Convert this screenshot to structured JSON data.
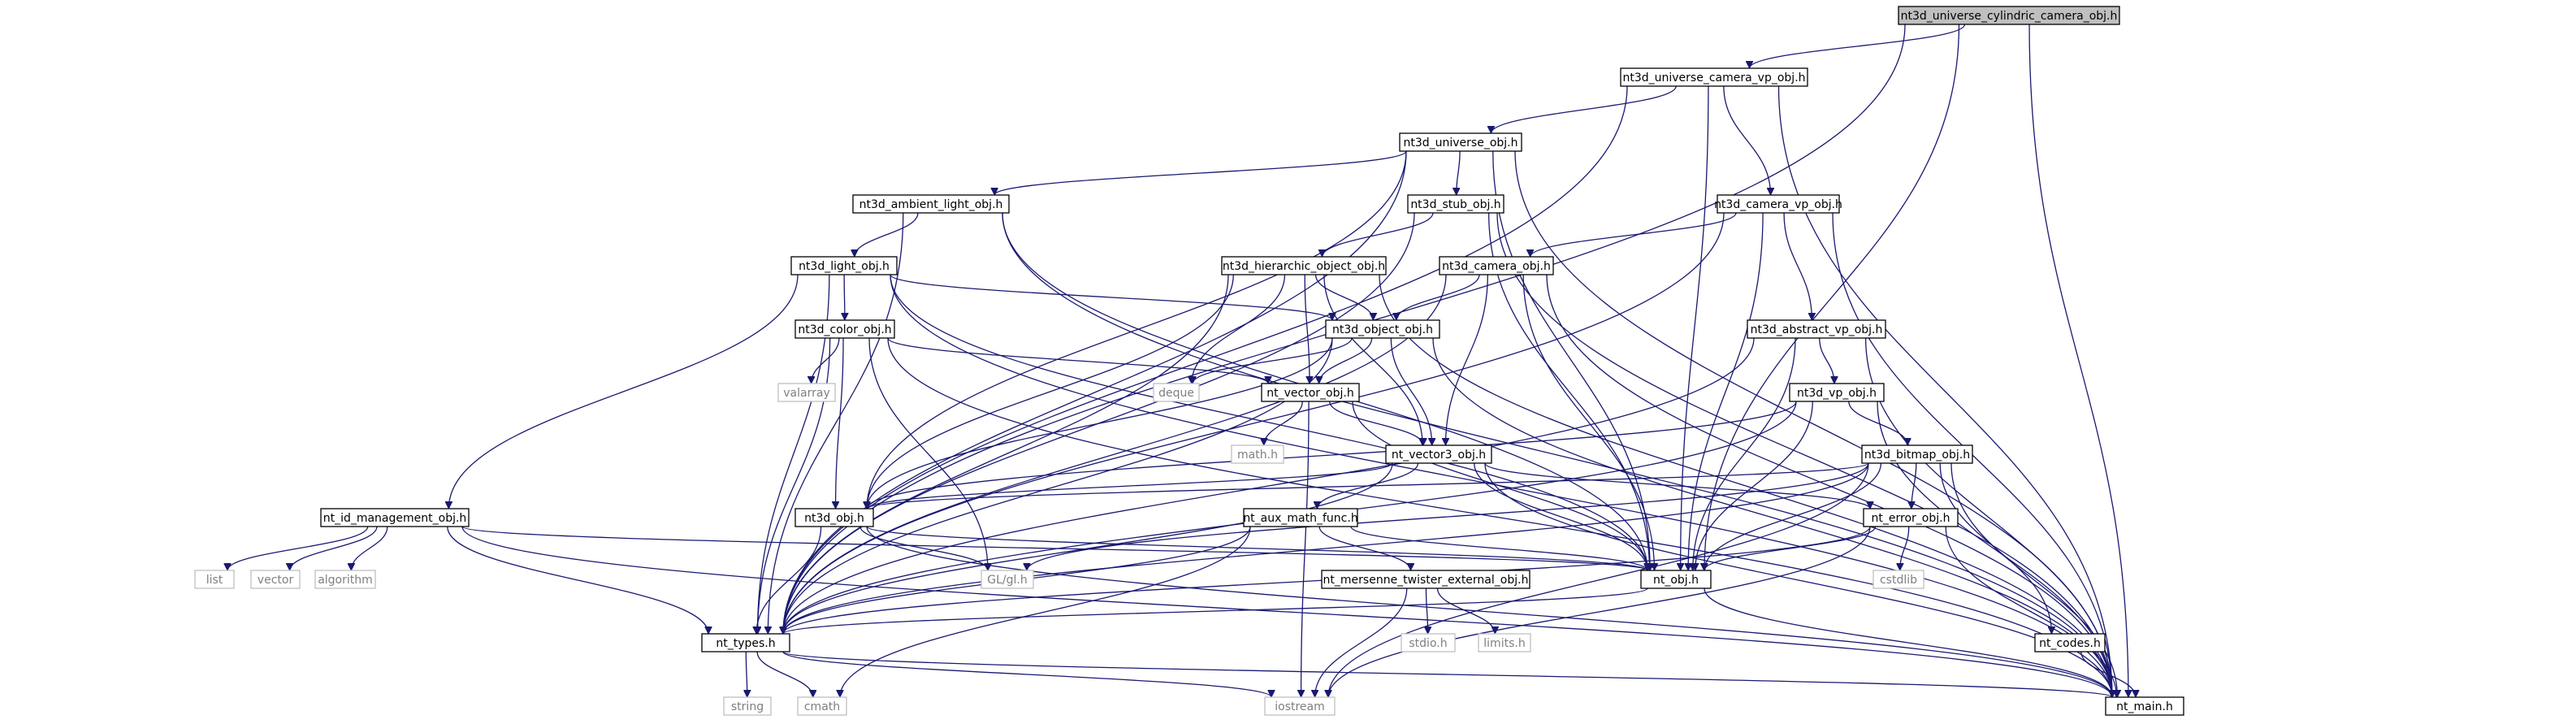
{
  "graph": {
    "root": "nt3d_universe_cylindric_camera_obj.h",
    "nodes": [
      {
        "id": "root",
        "label": "nt3d_universe_cylindric_camera_obj.h",
        "kind": "root"
      },
      {
        "id": "ucamvp",
        "label": "nt3d_universe_camera_vp_obj.h",
        "kind": "header"
      },
      {
        "id": "universe",
        "label": "nt3d_universe_obj.h",
        "kind": "header"
      },
      {
        "id": "ambient",
        "label": "nt3d_ambient_light_obj.h",
        "kind": "header"
      },
      {
        "id": "stub",
        "label": "nt3d_stub_obj.h",
        "kind": "header"
      },
      {
        "id": "camvp",
        "label": "nt3d_camera_vp_obj.h",
        "kind": "header"
      },
      {
        "id": "light",
        "label": "nt3d_light_obj.h",
        "kind": "header"
      },
      {
        "id": "hier",
        "label": "nt3d_hierarchic_object_obj.h",
        "kind": "header"
      },
      {
        "id": "camera",
        "label": "nt3d_camera_obj.h",
        "kind": "header"
      },
      {
        "id": "color",
        "label": "nt3d_color_obj.h",
        "kind": "header"
      },
      {
        "id": "object",
        "label": "nt3d_object_obj.h",
        "kind": "header"
      },
      {
        "id": "absvp",
        "label": "nt3d_abstract_vp_obj.h",
        "kind": "header"
      },
      {
        "id": "valarray",
        "label": "valarray",
        "kind": "system"
      },
      {
        "id": "deque",
        "label": "deque",
        "kind": "system"
      },
      {
        "id": "vector_obj",
        "label": "nt_vector_obj.h",
        "kind": "header"
      },
      {
        "id": "vp",
        "label": "nt3d_vp_obj.h",
        "kind": "header"
      },
      {
        "id": "math",
        "label": "math.h",
        "kind": "system"
      },
      {
        "id": "vector3",
        "label": "nt_vector3_obj.h",
        "kind": "header"
      },
      {
        "id": "bitmap",
        "label": "nt3d_bitmap_obj.h",
        "kind": "header"
      },
      {
        "id": "idmgmt",
        "label": "nt_id_management_obj.h",
        "kind": "header"
      },
      {
        "id": "n3obj",
        "label": "nt3d_obj.h",
        "kind": "header"
      },
      {
        "id": "auxmath",
        "label": "nt_aux_math_func.h",
        "kind": "header"
      },
      {
        "id": "error",
        "label": "nt_error_obj.h",
        "kind": "header"
      },
      {
        "id": "list",
        "label": "list",
        "kind": "system"
      },
      {
        "id": "vector",
        "label": "vector",
        "kind": "system"
      },
      {
        "id": "algorithm",
        "label": "algorithm",
        "kind": "system"
      },
      {
        "id": "glgl",
        "label": "GL/gl.h",
        "kind": "system"
      },
      {
        "id": "ntobj",
        "label": "nt_obj.h",
        "kind": "header"
      },
      {
        "id": "cstdlib",
        "label": "cstdlib",
        "kind": "system"
      },
      {
        "id": "mersenne",
        "label": "nt_mersenne_twister_external_obj.h",
        "kind": "header"
      },
      {
        "id": "types",
        "label": "nt_types.h",
        "kind": "header"
      },
      {
        "id": "stdio",
        "label": "stdio.h",
        "kind": "system"
      },
      {
        "id": "limits",
        "label": "limits.h",
        "kind": "system"
      },
      {
        "id": "codes",
        "label": "nt_codes.h",
        "kind": "header"
      },
      {
        "id": "string",
        "label": "string",
        "kind": "system"
      },
      {
        "id": "cmath",
        "label": "cmath",
        "kind": "system"
      },
      {
        "id": "iostream",
        "label": "iostream",
        "kind": "system"
      },
      {
        "id": "main",
        "label": "nt_main.h",
        "kind": "header"
      }
    ],
    "edges": [
      [
        "root",
        "ucamvp"
      ],
      [
        "root",
        "ntobj"
      ],
      [
        "root",
        "types"
      ],
      [
        "root",
        "main"
      ],
      [
        "ucamvp",
        "universe"
      ],
      [
        "ucamvp",
        "camvp"
      ],
      [
        "ucamvp",
        "ntobj"
      ],
      [
        "ucamvp",
        "types"
      ],
      [
        "ucamvp",
        "main"
      ],
      [
        "universe",
        "ambient"
      ],
      [
        "universe",
        "stub"
      ],
      [
        "universe",
        "n3obj"
      ],
      [
        "universe",
        "ntobj"
      ],
      [
        "universe",
        "types"
      ],
      [
        "universe",
        "main"
      ],
      [
        "ambient",
        "light"
      ],
      [
        "ambient",
        "ntobj"
      ],
      [
        "ambient",
        "types"
      ],
      [
        "ambient",
        "main"
      ],
      [
        "stub",
        "hier"
      ],
      [
        "stub",
        "ntobj"
      ],
      [
        "stub",
        "types"
      ],
      [
        "stub",
        "main"
      ],
      [
        "camvp",
        "camera"
      ],
      [
        "camvp",
        "absvp"
      ],
      [
        "camvp",
        "ntobj"
      ],
      [
        "camvp",
        "types"
      ],
      [
        "camvp",
        "main"
      ],
      [
        "light",
        "color"
      ],
      [
        "light",
        "object"
      ],
      [
        "light",
        "idmgmt"
      ],
      [
        "light",
        "ntobj"
      ],
      [
        "light",
        "types"
      ],
      [
        "light",
        "main"
      ],
      [
        "hier",
        "object"
      ],
      [
        "hier",
        "deque"
      ],
      [
        "hier",
        "vector_obj"
      ],
      [
        "hier",
        "vector3"
      ],
      [
        "hier",
        "n3obj"
      ],
      [
        "hier",
        "types"
      ],
      [
        "hier",
        "main"
      ],
      [
        "camera",
        "object"
      ],
      [
        "camera",
        "vector3"
      ],
      [
        "camera",
        "ntobj"
      ],
      [
        "camera",
        "types"
      ],
      [
        "camera",
        "main"
      ],
      [
        "color",
        "valarray"
      ],
      [
        "color",
        "vector_obj"
      ],
      [
        "color",
        "n3obj"
      ],
      [
        "color",
        "glgl"
      ],
      [
        "color",
        "types"
      ],
      [
        "color",
        "main"
      ],
      [
        "object",
        "deque"
      ],
      [
        "object",
        "vector_obj"
      ],
      [
        "object",
        "vector3"
      ],
      [
        "object",
        "n3obj"
      ],
      [
        "object",
        "types"
      ],
      [
        "object",
        "main"
      ],
      [
        "absvp",
        "vp"
      ],
      [
        "absvp",
        "ntobj"
      ],
      [
        "absvp",
        "types"
      ],
      [
        "absvp",
        "main"
      ],
      [
        "vector_obj",
        "math"
      ],
      [
        "vector_obj",
        "vector3"
      ],
      [
        "vector_obj",
        "ntobj"
      ],
      [
        "vector_obj",
        "iostream"
      ],
      [
        "vp",
        "bitmap"
      ],
      [
        "vp",
        "n3obj"
      ],
      [
        "vp",
        "ntobj"
      ],
      [
        "vp",
        "types"
      ],
      [
        "vp",
        "main"
      ],
      [
        "vector3",
        "n3obj"
      ],
      [
        "vector3",
        "auxmath"
      ],
      [
        "vector3",
        "error"
      ],
      [
        "vector3",
        "ntobj"
      ],
      [
        "vector3",
        "types"
      ],
      [
        "vector3",
        "main"
      ],
      [
        "bitmap",
        "n3obj"
      ],
      [
        "bitmap",
        "error"
      ],
      [
        "bitmap",
        "codes"
      ],
      [
        "bitmap",
        "glgl"
      ],
      [
        "bitmap",
        "ntobj"
      ],
      [
        "bitmap",
        "types"
      ],
      [
        "bitmap",
        "main"
      ],
      [
        "bitmap",
        "iostream"
      ],
      [
        "idmgmt",
        "list"
      ],
      [
        "idmgmt",
        "vector"
      ],
      [
        "idmgmt",
        "algorithm"
      ],
      [
        "idmgmt",
        "ntobj"
      ],
      [
        "idmgmt",
        "types"
      ],
      [
        "idmgmt",
        "main"
      ],
      [
        "n3obj",
        "glgl"
      ],
      [
        "n3obj",
        "ntobj"
      ],
      [
        "n3obj",
        "types"
      ],
      [
        "n3obj",
        "main"
      ],
      [
        "auxmath",
        "mersenne"
      ],
      [
        "auxmath",
        "cmath"
      ],
      [
        "auxmath",
        "ntobj"
      ],
      [
        "auxmath",
        "types"
      ],
      [
        "error",
        "cstdlib"
      ],
      [
        "error",
        "iostream"
      ],
      [
        "error",
        "ntobj"
      ],
      [
        "error",
        "types"
      ],
      [
        "error",
        "main"
      ],
      [
        "ntobj",
        "types"
      ],
      [
        "ntobj",
        "main"
      ],
      [
        "mersenne",
        "stdio"
      ],
      [
        "mersenne",
        "limits"
      ],
      [
        "mersenne",
        "iostream"
      ],
      [
        "types",
        "string"
      ],
      [
        "types",
        "cmath"
      ],
      [
        "types",
        "iostream"
      ],
      [
        "types",
        "main"
      ],
      [
        "codes",
        "main"
      ]
    ]
  }
}
